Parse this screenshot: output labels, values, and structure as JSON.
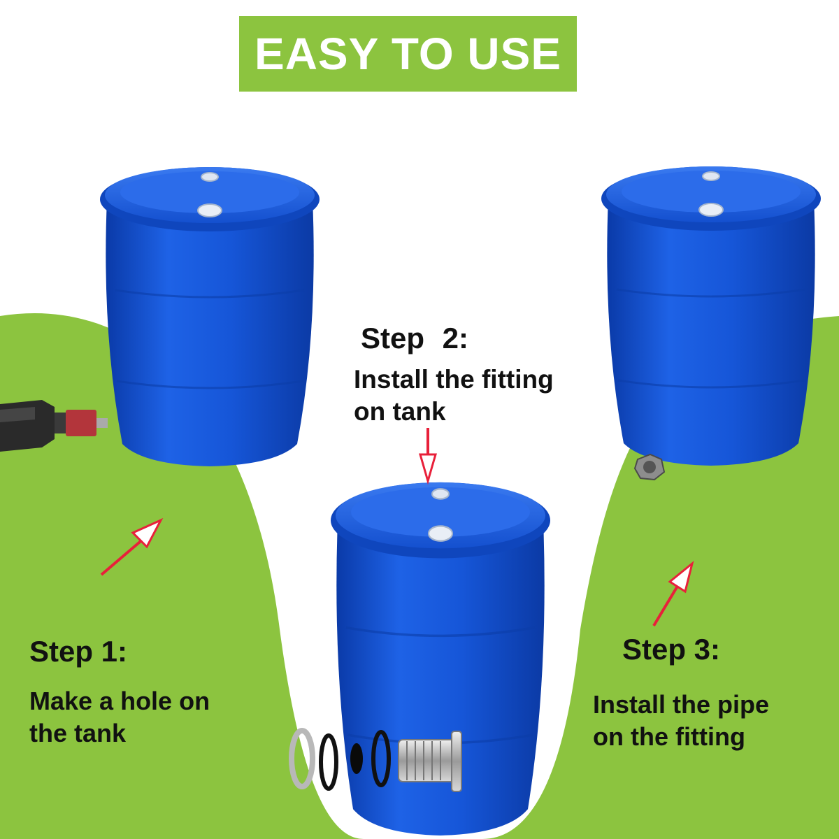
{
  "title": "EASY TO USE",
  "steps": [
    {
      "title": "Step 1:",
      "description": "Make a hole on\nthe tank"
    },
    {
      "title": "Step  2:",
      "description": "Install the fitting\non tank"
    },
    {
      "title": "Step 3:",
      "description": "Install the pipe\non the fitting"
    }
  ],
  "colors": {
    "banner": "#8cc43f",
    "background_green": "#8cc43f",
    "barrel_blue": "#1255d8",
    "arrow_red": "#e8203a"
  },
  "icons": [
    "barrel-icon",
    "drill-icon",
    "bulkhead-fitting-icon",
    "washer-icon",
    "arrow-icon"
  ]
}
